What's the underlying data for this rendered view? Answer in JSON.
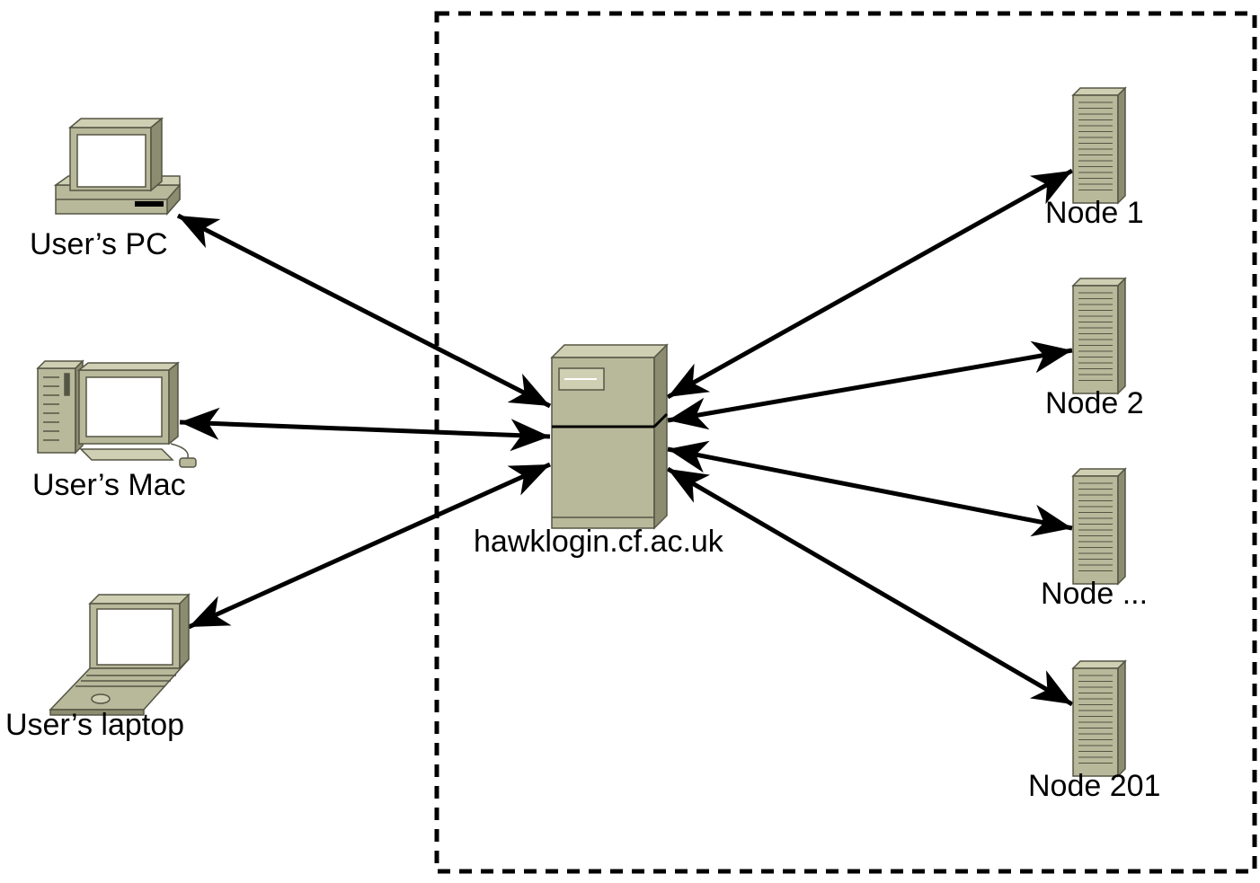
{
  "colors": {
    "device_fill": "#b8b89b",
    "device_light": "#cfcfb4",
    "device_dark": "#8c8c70",
    "outline": "#555544",
    "screen": "#ffffff",
    "arrow": "#000000",
    "boundary": "#000000"
  },
  "clients": [
    {
      "id": "pc",
      "label": "User’s PC",
      "icon": "desktop-pc-icon"
    },
    {
      "id": "mac",
      "label": "User’s Mac",
      "icon": "desktop-tower-icon"
    },
    {
      "id": "laptop",
      "label": "User’s laptop",
      "icon": "laptop-icon"
    }
  ],
  "login_server": {
    "label": "hawklogin.cf.ac.uk",
    "icon": "server-icon"
  },
  "nodes": [
    {
      "id": "n1",
      "label": "Node 1",
      "icon": "rack-server-icon"
    },
    {
      "id": "n2",
      "label": "Node 2",
      "icon": "rack-server-icon"
    },
    {
      "id": "nx",
      "label": "Node ...",
      "icon": "rack-server-icon"
    },
    {
      "id": "n201",
      "label": "Node 201",
      "icon": "rack-server-icon"
    }
  ],
  "connections": [
    {
      "from": "pc",
      "to": "login",
      "bidirectional": true
    },
    {
      "from": "mac",
      "to": "login",
      "bidirectional": true
    },
    {
      "from": "laptop",
      "to": "login",
      "bidirectional": true
    },
    {
      "from": "login",
      "to": "n1",
      "bidirectional": true
    },
    {
      "from": "login",
      "to": "n2",
      "bidirectional": true
    },
    {
      "from": "login",
      "to": "nx",
      "bidirectional": true
    },
    {
      "from": "login",
      "to": "n201",
      "bidirectional": true
    }
  ]
}
